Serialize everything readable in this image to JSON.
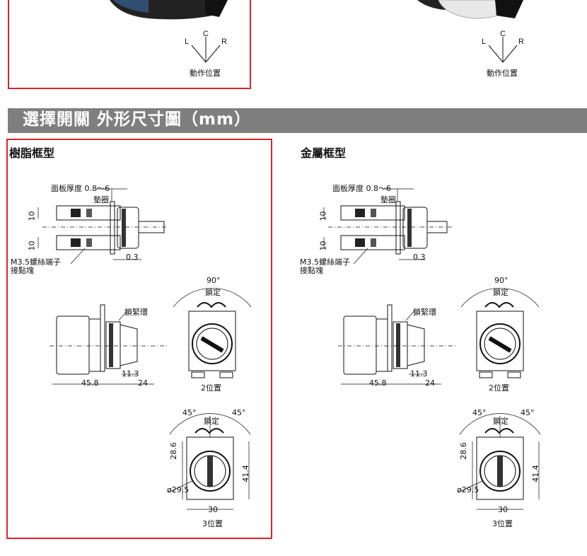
{
  "motion_diagram": {
    "left": "L",
    "center": "C",
    "right": "R",
    "caption": "動作位置"
  },
  "banner": {
    "title": "選擇開關 外形尺寸圖（mm）"
  },
  "sections": [
    {
      "title": "樹脂框型"
    },
    {
      "title": "金屬框型"
    }
  ],
  "dims": {
    "panel_thickness": "面板厚度 0.8〜6",
    "gasket": "墊圈",
    "terminal": "M3.5螺絲端子",
    "contact_block": "接點塊",
    "ten": "10",
    "gap": "0.3",
    "lock_ring": "鎖緊環",
    "length_main": "45.8",
    "length_front": "24",
    "length_bezel": "11.3",
    "angle_90": "90°",
    "angle_45": "45°",
    "lock": "鎖定",
    "pos2": "2位置",
    "pos3": "3位置",
    "height_286": "28.6",
    "height_414": "41.4",
    "dia": "ø29.5",
    "width_30": "30"
  },
  "colors": {
    "frame_red": "#d9262c",
    "banner_gray": "#7f7f7f",
    "banner_text": "#ffffff"
  }
}
